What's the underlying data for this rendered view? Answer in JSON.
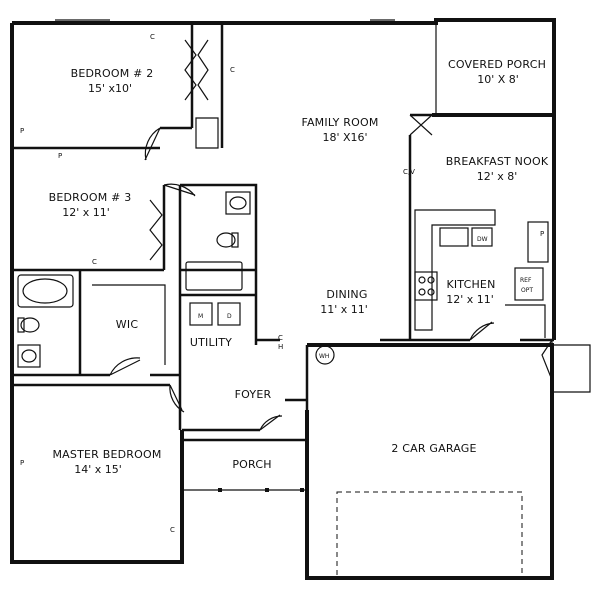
{
  "rooms": {
    "bedroom2": {
      "name": "BEDROOM # 2",
      "size": "15' x10'"
    },
    "family": {
      "name": "FAMILY ROOM",
      "size": "18' X16'"
    },
    "covered_porch": {
      "name": "COVERED PORCH",
      "size": "10' X 8'"
    },
    "bedroom3": {
      "name": "BEDROOM # 3",
      "size": "12' x 11'"
    },
    "breakfast": {
      "name": "BREAKFAST NOOK",
      "size": "12' x 8'"
    },
    "wic": {
      "name": "WIC"
    },
    "dining": {
      "name": "DINING",
      "size": "11' x 11'"
    },
    "kitchen": {
      "name": "KITCHEN",
      "size": "12' x 11'"
    },
    "utility": {
      "name": "UTILITY"
    },
    "foyer": {
      "name": "FOYER"
    },
    "master": {
      "name": "MASTER BEDROOM",
      "size": "14' x 15'"
    },
    "garage": {
      "name": "2 CAR GARAGE"
    },
    "porch": {
      "name": "PORCH"
    }
  },
  "marks": {
    "c": "C",
    "p": "P",
    "cv": "C,V",
    "ch": "C",
    "ch2": "H",
    "wh": "WH",
    "dw": "DW",
    "ref": "REF",
    "opt": "OPT",
    "m": "M",
    "d": "D"
  }
}
